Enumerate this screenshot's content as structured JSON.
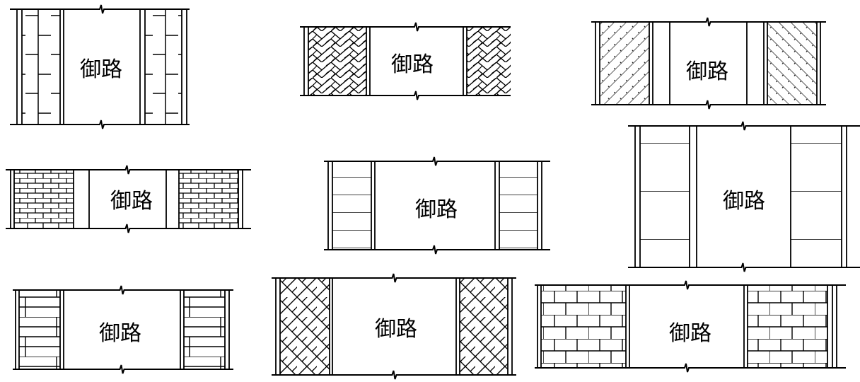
{
  "diagram": {
    "line_color": "#000000",
    "background": "#ffffff",
    "panels": [
      {
        "label": "御路",
        "pattern": "vertical-stacked-bricks"
      },
      {
        "label": "御路",
        "pattern": "herringbone"
      },
      {
        "label": "御路",
        "pattern": "diagonal-staggered"
      },
      {
        "label": "御路",
        "pattern": "small-running-bond"
      },
      {
        "label": "御路",
        "pattern": "horizontal-slabs"
      },
      {
        "label": "御路",
        "pattern": "large-slabs"
      },
      {
        "label": "御路",
        "pattern": "basket-weave"
      },
      {
        "label": "御路",
        "pattern": "diagonal-herringbone"
      },
      {
        "label": "御路",
        "pattern": "running-bond"
      }
    ]
  }
}
